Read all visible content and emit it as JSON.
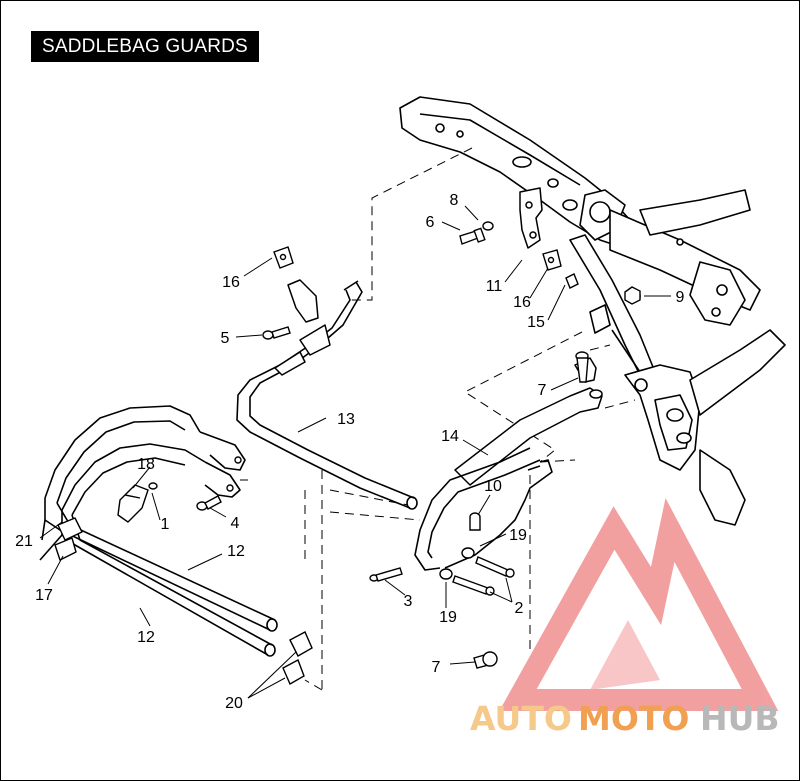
{
  "title": "SADDLEBAG GUARDS",
  "callouts": [
    "16",
    "8",
    "6",
    "11",
    "16",
    "15",
    "9",
    "5",
    "13",
    "7",
    "14",
    "18",
    "1",
    "4",
    "10",
    "19",
    "21",
    "12",
    "3",
    "2",
    "17",
    "19",
    "12",
    "7",
    "20"
  ],
  "watermark": {
    "part1": "AUTO",
    "part2": "MOTO",
    "part3": "HUB",
    "color_light": "#f5c98a",
    "color_mid": "#f0a050",
    "color_dark": "#b8b8b8",
    "triangle_color": "#f08f8f"
  }
}
